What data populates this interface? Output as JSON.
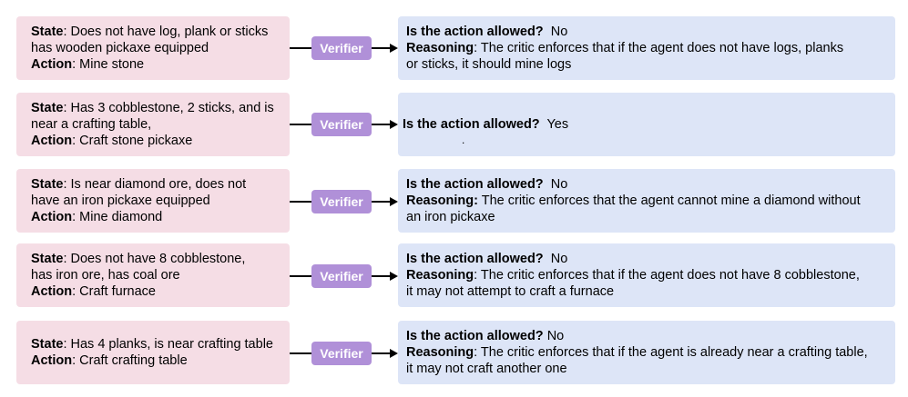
{
  "connector_label": "Verifier",
  "colors": {
    "state_bg": "#f5dde5",
    "result_bg": "#dde5f7",
    "verifier_bg": "#b090d8"
  },
  "rows": [
    {
      "state": {
        "lines": [
          {
            "bold": "State",
            "text": ": Does not have log, plank or sticks"
          },
          {
            "bold": "",
            "text": "has wooden pickaxe equipped"
          },
          {
            "bold": "Action",
            "text": ": Mine stone"
          }
        ]
      },
      "result": {
        "question": "Is the action allowed?",
        "answer": "  No",
        "reasoning_label": "Reasoning",
        "reasoning_lines": [
          ": The critic enforces that if the agent does not have logs, planks",
          "or sticks, it should mine logs"
        ]
      }
    },
    {
      "state": {
        "lines": [
          {
            "bold": "State",
            "text": ": Has 3 cobblestone, 2 sticks, and is"
          },
          {
            "bold": "",
            "text": "near a crafting table,"
          },
          {
            "bold": "Action",
            "text": ": Craft stone pickaxe"
          }
        ]
      },
      "result": {
        "question": "Is the action allowed?",
        "answer": "  Yes",
        "dot": "."
      }
    },
    {
      "state": {
        "lines": [
          {
            "bold": "State",
            "text": ": Is near diamond ore, does not"
          },
          {
            "bold": "",
            "text": "have an iron pickaxe equipped"
          },
          {
            "bold": "Action",
            "text": ": Mine diamond"
          }
        ]
      },
      "result": {
        "question": "Is the action allowed?",
        "answer": "  No",
        "reasoning_label": "Reasoning:",
        "reasoning_lines": [
          " The critic enforces that the agent cannot mine a diamond without",
          "an iron pickaxe"
        ]
      }
    },
    {
      "state": {
        "lines": [
          {
            "bold": "State",
            "text": ": Does not have 8 cobblestone,"
          },
          {
            "bold": "",
            "text": "has iron ore, has coal ore"
          },
          {
            "bold": "Action",
            "text": ": Craft furnace"
          }
        ]
      },
      "result": {
        "question": "Is the action allowed?",
        "answer": "  No",
        "reasoning_label": "Reasoning",
        "reasoning_lines": [
          ": The critic enforces that if the agent does not have 8 cobblestone,",
          "it may not attempt to craft a furnace"
        ]
      }
    },
    {
      "state": {
        "lines": [
          {
            "bold": "State",
            "text": ": Has 4 planks, is near crafting table"
          },
          {
            "bold": "Action",
            "text": ": Craft crafting table"
          }
        ]
      },
      "result": {
        "question": "Is the action allowed?",
        "answer": " No",
        "reasoning_label": "Reasoning",
        "reasoning_lines": [
          ": The critic enforces that if the agent is already near a crafting table,",
          "it may not craft another one"
        ]
      }
    }
  ]
}
